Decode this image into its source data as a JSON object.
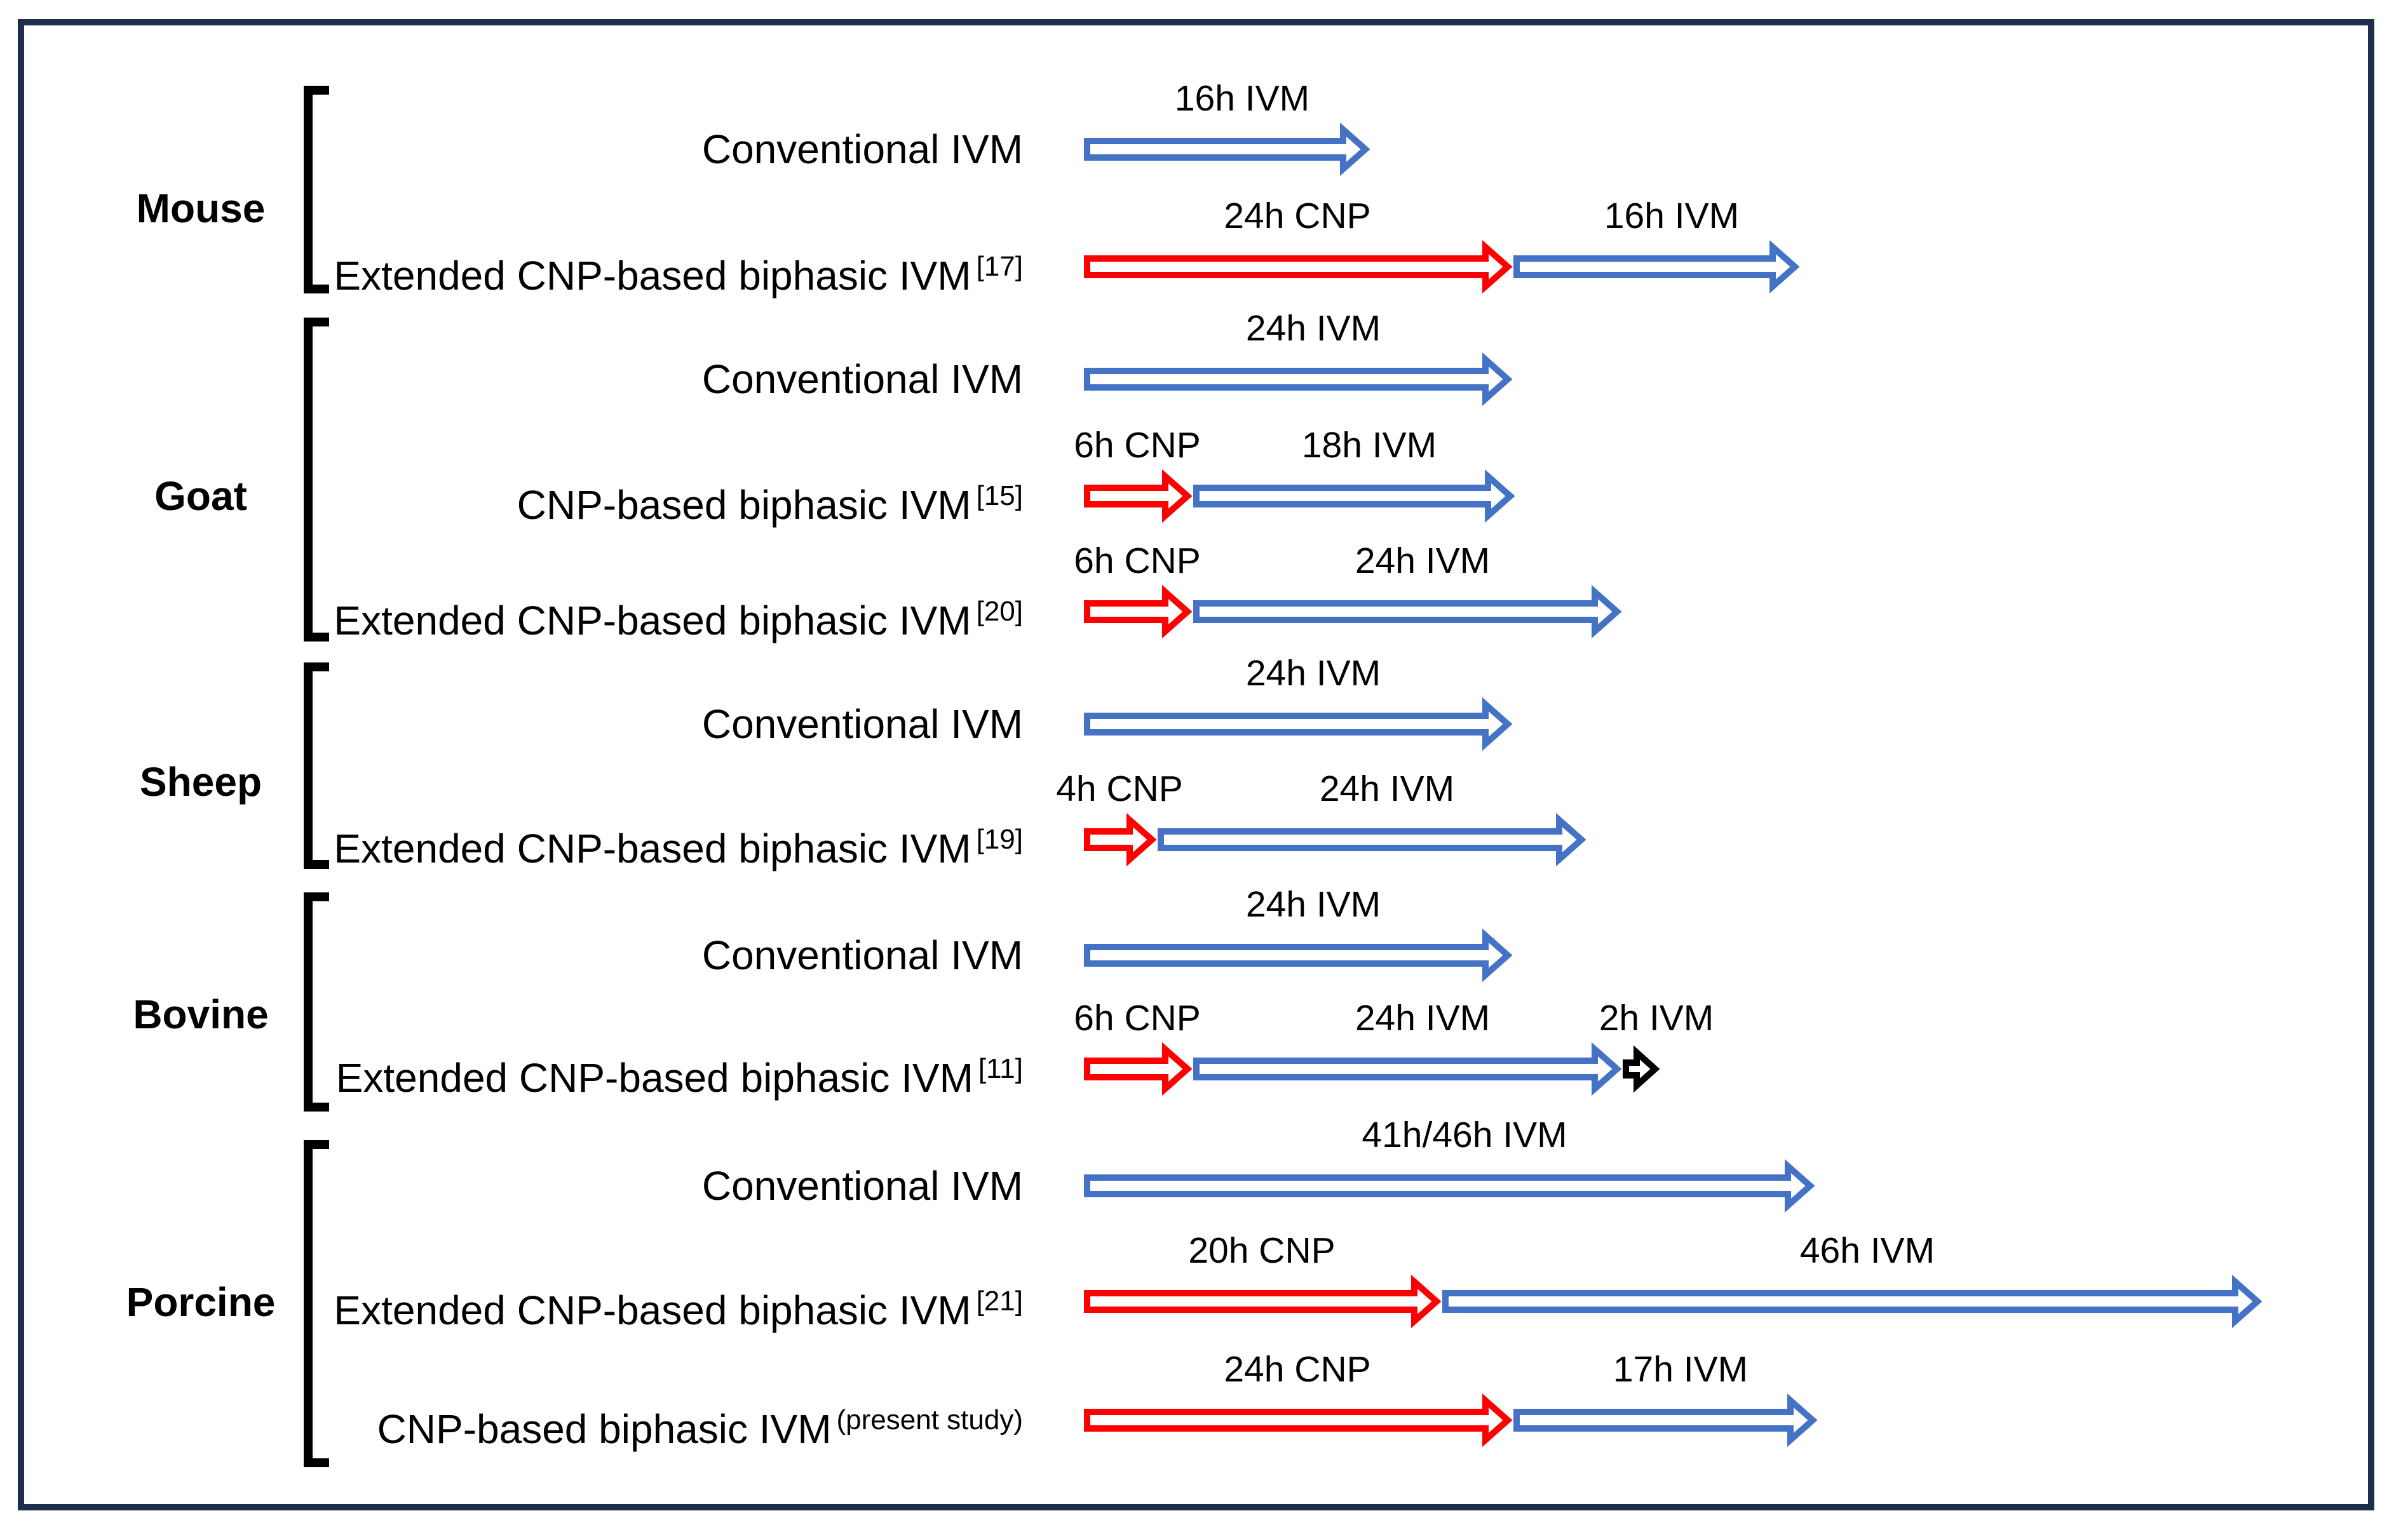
{
  "figure": {
    "frame_color": "#1e2e4f",
    "background": "#ffffff",
    "colors": {
      "red": "#FF0000",
      "blue": "#4472C4",
      "black": "#000000"
    },
    "red_arrow_meaning": "CNP pre-IVM phase",
    "blue_arrow_meaning": "IVM phase"
  },
  "groups": [
    {
      "species": "Mouse",
      "rows": [
        {
          "label": "Conventional IVM",
          "sup": "",
          "segments": [
            {
              "label": "16h IVM",
              "hours": 16,
              "color": "blue"
            }
          ]
        },
        {
          "label": "Extended CNP-based biphasic IVM",
          "sup": "[17]",
          "segments": [
            {
              "label": "24h CNP",
              "hours": 24,
              "color": "red"
            },
            {
              "label": "16h IVM",
              "hours": 16,
              "color": "blue"
            }
          ]
        }
      ]
    },
    {
      "species": "Goat",
      "rows": [
        {
          "label": "Conventional IVM",
          "sup": "",
          "segments": [
            {
              "label": "24h IVM",
              "hours": 24,
              "color": "blue"
            }
          ]
        },
        {
          "label": "CNP-based biphasic IVM",
          "sup": "[15]",
          "segments": [
            {
              "label": "6h CNP",
              "hours": 6,
              "color": "red"
            },
            {
              "label": "18h IVM",
              "hours": 18,
              "color": "blue"
            }
          ]
        },
        {
          "label": "Extended CNP-based biphasic IVM",
          "sup": "[20]",
          "segments": [
            {
              "label": "6h CNP",
              "hours": 6,
              "color": "red"
            },
            {
              "label": "24h IVM",
              "hours": 24,
              "color": "blue"
            }
          ]
        }
      ]
    },
    {
      "species": "Sheep",
      "rows": [
        {
          "label": "Conventional IVM",
          "sup": "",
          "segments": [
            {
              "label": "24h IVM",
              "hours": 24,
              "color": "blue"
            }
          ]
        },
        {
          "label": "Extended CNP-based biphasic IVM",
          "sup": "[19]",
          "segments": [
            {
              "label": "4h CNP",
              "hours": 4,
              "color": "red"
            },
            {
              "label": "24h IVM",
              "hours": 24,
              "color": "blue"
            }
          ]
        }
      ]
    },
    {
      "species": "Bovine",
      "rows": [
        {
          "label": "Conventional IVM",
          "sup": "",
          "segments": [
            {
              "label": "24h IVM",
              "hours": 24,
              "color": "blue"
            }
          ]
        },
        {
          "label": "Extended CNP-based biphasic IVM",
          "sup": "[11]",
          "segments": [
            {
              "label": "6h CNP",
              "hours": 6,
              "color": "red"
            },
            {
              "label": "24h IVM",
              "hours": 24,
              "color": "blue"
            },
            {
              "label": "2h IVM",
              "hours": 2,
              "color": "black"
            }
          ]
        }
      ]
    },
    {
      "species": "Porcine",
      "rows": [
        {
          "label": "Conventional IVM",
          "sup": "",
          "segments": [
            {
              "label": "41h/46h IVM",
              "hours": 41,
              "color": "blue"
            }
          ]
        },
        {
          "label": "Extended CNP-based biphasic IVM",
          "sup": "[21]",
          "segments": [
            {
              "label": "20h CNP",
              "hours": 20,
              "color": "red"
            },
            {
              "label": "46h IVM",
              "hours": 46,
              "color": "blue"
            }
          ]
        },
        {
          "label": "CNP-based biphasic IVM",
          "sup": "(present study)",
          "segments": [
            {
              "label": "24h CNP",
              "hours": 24,
              "color": "red"
            },
            {
              "label": "17h IVM",
              "hours": 17,
              "color": "blue"
            }
          ]
        }
      ]
    }
  ]
}
